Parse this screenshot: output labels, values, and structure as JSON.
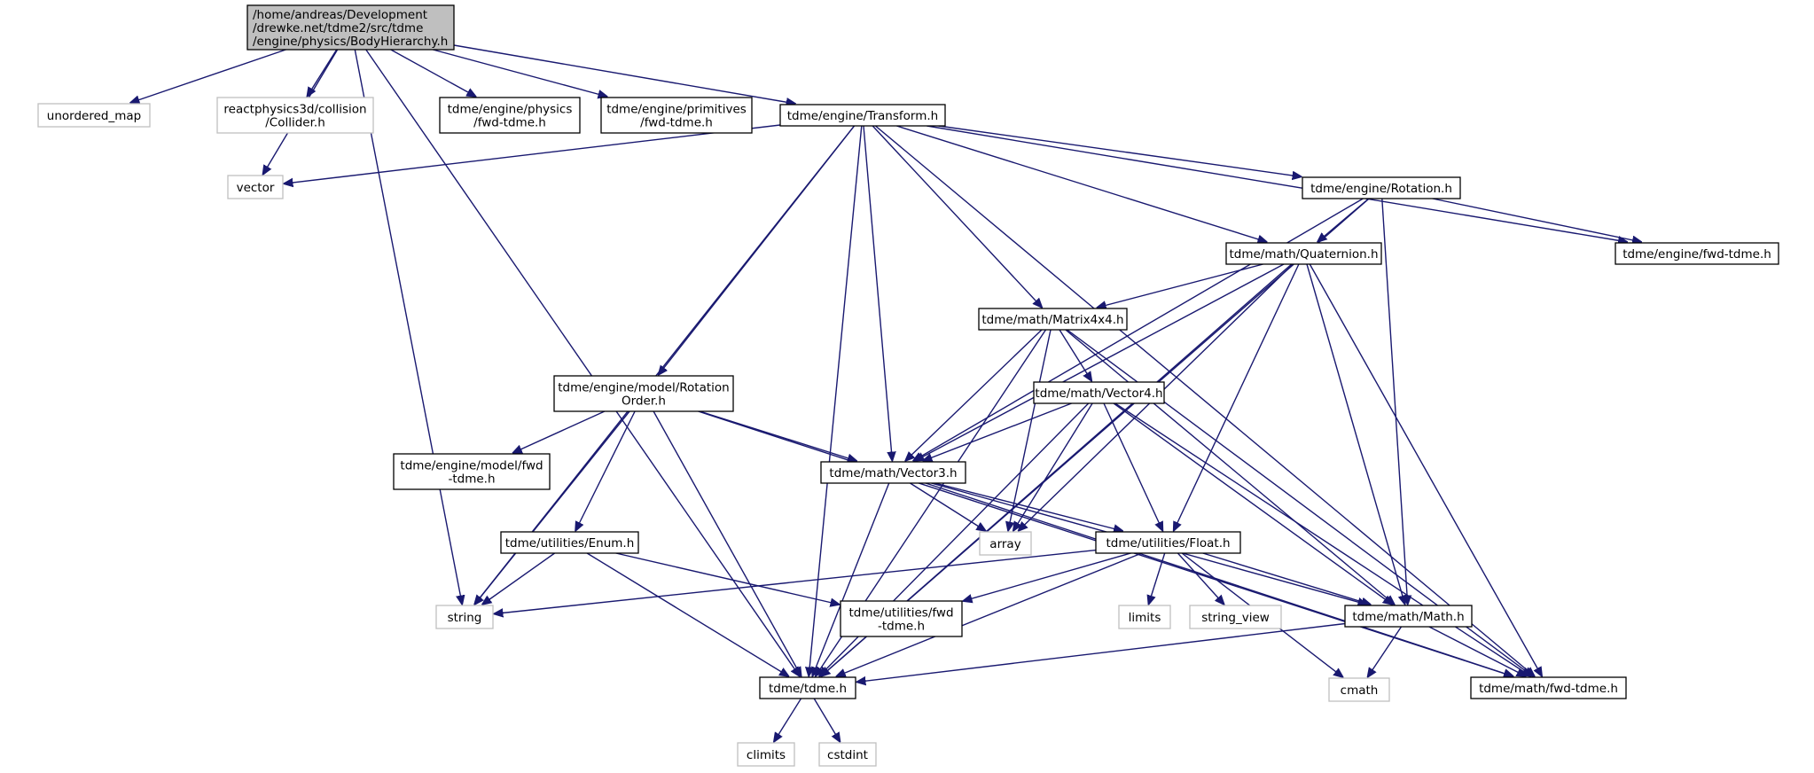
{
  "colors": {
    "edge": "#191970",
    "root_fill": "#bfbfbf",
    "local_border": "#000000",
    "system_border": "#bfbfbf"
  },
  "nodes": [
    {
      "id": "root",
      "kind": "root",
      "lines": [
        "/home/andreas/Development",
        "/drewke.net/tdme2/src/tdme",
        "/engine/physics/BodyHierarchy.h"
      ]
    },
    {
      "id": "unordered_map",
      "kind": "system",
      "lines": [
        "unordered_map"
      ]
    },
    {
      "id": "collider",
      "kind": "system",
      "lines": [
        "reactphysics3d/collision",
        "/Collider.h"
      ]
    },
    {
      "id": "physics_fwd",
      "kind": "local",
      "lines": [
        "tdme/engine/physics",
        "/fwd-tdme.h"
      ]
    },
    {
      "id": "primitives_fwd",
      "kind": "local",
      "lines": [
        "tdme/engine/primitives",
        "/fwd-tdme.h"
      ]
    },
    {
      "id": "transform",
      "kind": "local",
      "lines": [
        "tdme/engine/Transform.h"
      ]
    },
    {
      "id": "vector",
      "kind": "system",
      "lines": [
        "vector"
      ]
    },
    {
      "id": "rotation",
      "kind": "local",
      "lines": [
        "tdme/engine/Rotation.h"
      ]
    },
    {
      "id": "engine_fwd",
      "kind": "local",
      "lines": [
        "tdme/engine/fwd-tdme.h"
      ]
    },
    {
      "id": "quaternion",
      "kind": "local",
      "lines": [
        "tdme/math/Quaternion.h"
      ]
    },
    {
      "id": "matrix4x4",
      "kind": "local",
      "lines": [
        "tdme/math/Matrix4x4.h"
      ]
    },
    {
      "id": "rotationorder",
      "kind": "local",
      "lines": [
        "tdme/engine/model/Rotation",
        "Order.h"
      ]
    },
    {
      "id": "vector4",
      "kind": "local",
      "lines": [
        "tdme/math/Vector4.h"
      ]
    },
    {
      "id": "model_fwd",
      "kind": "local",
      "lines": [
        "tdme/engine/model/fwd",
        "-tdme.h"
      ]
    },
    {
      "id": "vector3",
      "kind": "local",
      "lines": [
        "tdme/math/Vector3.h"
      ]
    },
    {
      "id": "array",
      "kind": "system",
      "lines": [
        "array"
      ]
    },
    {
      "id": "enum",
      "kind": "local",
      "lines": [
        "tdme/utilities/Enum.h"
      ]
    },
    {
      "id": "float",
      "kind": "local",
      "lines": [
        "tdme/utilities/Float.h"
      ]
    },
    {
      "id": "string",
      "kind": "system",
      "lines": [
        "string"
      ]
    },
    {
      "id": "utilities_fwd",
      "kind": "local",
      "lines": [
        "tdme/utilities/fwd",
        "-tdme.h"
      ]
    },
    {
      "id": "limits",
      "kind": "system",
      "lines": [
        "limits"
      ]
    },
    {
      "id": "string_view",
      "kind": "system",
      "lines": [
        "string_view"
      ]
    },
    {
      "id": "math",
      "kind": "local",
      "lines": [
        "tdme/math/Math.h"
      ]
    },
    {
      "id": "tdme",
      "kind": "local",
      "lines": [
        "tdme/tdme.h"
      ]
    },
    {
      "id": "cmath",
      "kind": "system",
      "lines": [
        "cmath"
      ]
    },
    {
      "id": "math_fwd",
      "kind": "local",
      "lines": [
        "tdme/math/fwd-tdme.h"
      ]
    },
    {
      "id": "climits",
      "kind": "system",
      "lines": [
        "climits"
      ]
    },
    {
      "id": "cstdint",
      "kind": "system",
      "lines": [
        "cstdint"
      ]
    }
  ],
  "edges": [
    [
      "root",
      "unordered_map"
    ],
    [
      "root",
      "collider"
    ],
    [
      "root",
      "physics_fwd"
    ],
    [
      "root",
      "primitives_fwd"
    ],
    [
      "root",
      "transform"
    ],
    [
      "root",
      "vector"
    ],
    [
      "root",
      "string"
    ],
    [
      "root",
      "tdme"
    ],
    [
      "transform",
      "vector"
    ],
    [
      "transform",
      "string"
    ],
    [
      "transform",
      "tdme"
    ],
    [
      "transform",
      "rotationorder"
    ],
    [
      "transform",
      "vector3"
    ],
    [
      "transform",
      "matrix4x4"
    ],
    [
      "transform",
      "quaternion"
    ],
    [
      "transform",
      "rotation"
    ],
    [
      "transform",
      "engine_fwd"
    ],
    [
      "transform",
      "math_fwd"
    ],
    [
      "rotation",
      "quaternion"
    ],
    [
      "rotation",
      "engine_fwd"
    ],
    [
      "rotation",
      "vector3"
    ],
    [
      "rotation",
      "math"
    ],
    [
      "rotation",
      "tdme"
    ],
    [
      "quaternion",
      "matrix4x4"
    ],
    [
      "quaternion",
      "vector3"
    ],
    [
      "quaternion",
      "array"
    ],
    [
      "quaternion",
      "float"
    ],
    [
      "quaternion",
      "math"
    ],
    [
      "quaternion",
      "tdme"
    ],
    [
      "quaternion",
      "math_fwd"
    ],
    [
      "matrix4x4",
      "vector4"
    ],
    [
      "matrix4x4",
      "vector3"
    ],
    [
      "matrix4x4",
      "array"
    ],
    [
      "matrix4x4",
      "math"
    ],
    [
      "matrix4x4",
      "tdme"
    ],
    [
      "matrix4x4",
      "math_fwd"
    ],
    [
      "vector4",
      "vector3"
    ],
    [
      "vector4",
      "array"
    ],
    [
      "vector4",
      "float"
    ],
    [
      "vector4",
      "math"
    ],
    [
      "vector4",
      "tdme"
    ],
    [
      "vector4",
      "math_fwd"
    ],
    [
      "rotationorder",
      "model_fwd"
    ],
    [
      "rotationorder",
      "vector3"
    ],
    [
      "rotationorder",
      "enum"
    ],
    [
      "rotationorder",
      "string"
    ],
    [
      "rotationorder",
      "tdme"
    ],
    [
      "rotationorder",
      "math_fwd"
    ],
    [
      "vector3",
      "array"
    ],
    [
      "vector3",
      "float"
    ],
    [
      "vector3",
      "math"
    ],
    [
      "vector3",
      "tdme"
    ],
    [
      "vector3",
      "math_fwd"
    ],
    [
      "enum",
      "string"
    ],
    [
      "enum",
      "utilities_fwd"
    ],
    [
      "enum",
      "tdme"
    ],
    [
      "float",
      "string"
    ],
    [
      "float",
      "utilities_fwd"
    ],
    [
      "float",
      "limits"
    ],
    [
      "float",
      "string_view"
    ],
    [
      "float",
      "math"
    ],
    [
      "float",
      "cmath"
    ],
    [
      "float",
      "tdme"
    ],
    [
      "math",
      "cmath"
    ],
    [
      "math",
      "tdme"
    ],
    [
      "math",
      "math_fwd"
    ],
    [
      "tdme",
      "climits"
    ],
    [
      "tdme",
      "cstdint"
    ]
  ]
}
